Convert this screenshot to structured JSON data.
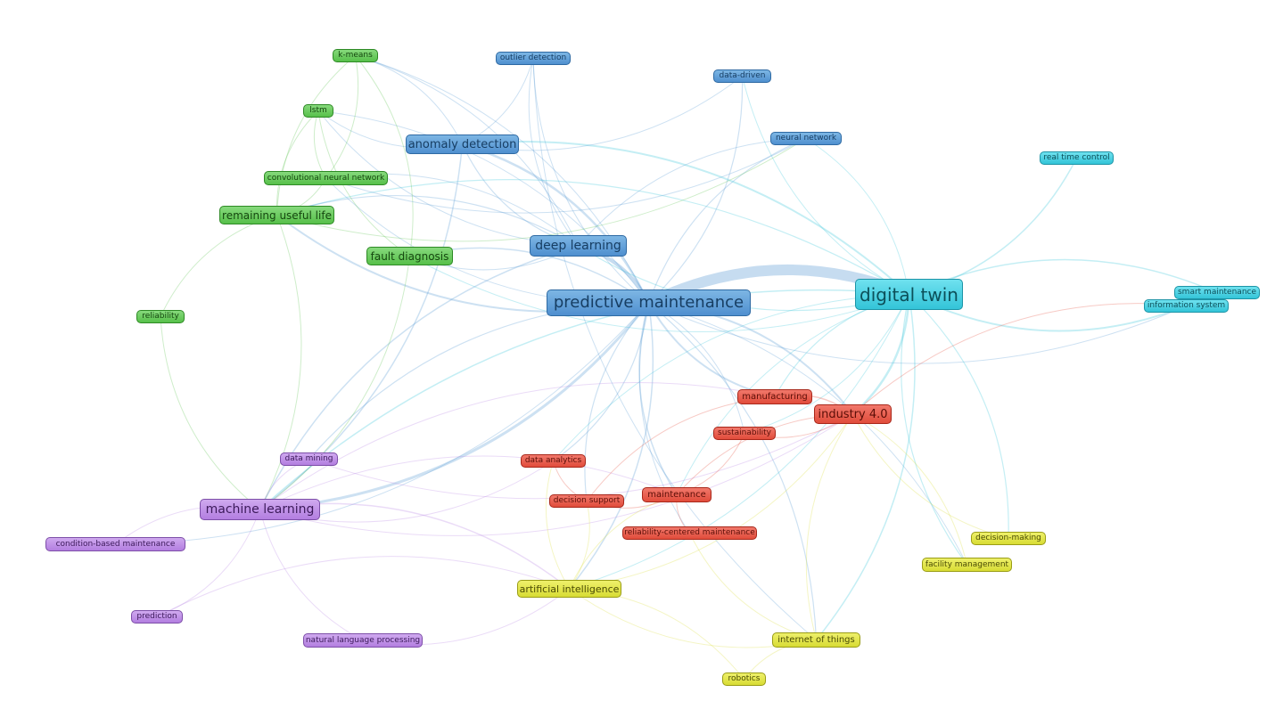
{
  "colors": {
    "blue": "#5b9bd5",
    "cyan": "#3cc8dc",
    "green": "#5cc24f",
    "red": "#e4503f",
    "purple": "#b888e3",
    "yellow": "#dadd3a"
  },
  "nodes": {
    "outlier_detection": {
      "label": "outlier detection",
      "cluster": "blue"
    },
    "data_driven": {
      "label": "data-driven",
      "cluster": "blue"
    },
    "neural_network": {
      "label": "neural network",
      "cluster": "blue"
    },
    "anomaly_detection": {
      "label": "anomaly detection",
      "cluster": "blue"
    },
    "deep_learning": {
      "label": "deep learning",
      "cluster": "blue"
    },
    "predictive_maintenance": {
      "label": "predictive maintenance",
      "cluster": "blue"
    },
    "real_time_control": {
      "label": "real time control",
      "cluster": "cyan"
    },
    "digital_twin": {
      "label": "digital twin",
      "cluster": "cyan"
    },
    "smart_maintenance": {
      "label": "smart maintenance",
      "cluster": "cyan"
    },
    "information_system": {
      "label": "information system",
      "cluster": "cyan"
    },
    "k_means": {
      "label": "k-means",
      "cluster": "green"
    },
    "lstm": {
      "label": "lstm",
      "cluster": "green"
    },
    "cnn": {
      "label": "convolutional neural network",
      "cluster": "green"
    },
    "remaining_useful_life": {
      "label": "remaining useful life",
      "cluster": "green"
    },
    "fault_diagnosis": {
      "label": "fault diagnosis",
      "cluster": "green"
    },
    "reliability": {
      "label": "reliability",
      "cluster": "green"
    },
    "manufacturing": {
      "label": "manufacturing",
      "cluster": "red"
    },
    "industry_40": {
      "label": "industry 4.0",
      "cluster": "red"
    },
    "sustainability": {
      "label": "sustainability",
      "cluster": "red"
    },
    "data_analytics": {
      "label": "data analytics",
      "cluster": "red"
    },
    "maintenance": {
      "label": "maintenance",
      "cluster": "red"
    },
    "decision_support": {
      "label": "decision support",
      "cluster": "red"
    },
    "rcm": {
      "label": "reliability-centered maintenance",
      "cluster": "red"
    },
    "data_mining": {
      "label": "data mining",
      "cluster": "purple"
    },
    "machine_learning": {
      "label": "machine learning",
      "cluster": "purple"
    },
    "cbm": {
      "label": "condition-based maintenance",
      "cluster": "purple"
    },
    "prediction": {
      "label": "prediction",
      "cluster": "purple"
    },
    "nlp": {
      "label": "natural language processing",
      "cluster": "purple"
    },
    "decision_making": {
      "label": "decision-making",
      "cluster": "yellow"
    },
    "facility_management": {
      "label": "facility management",
      "cluster": "yellow"
    },
    "artificial_intelligence": {
      "label": "artificial intelligence",
      "cluster": "yellow"
    },
    "internet_of_things": {
      "label": "internet of things",
      "cluster": "yellow"
    },
    "robotics": {
      "label": "robotics",
      "cluster": "yellow"
    }
  },
  "links": [
    [
      "predictive_maintenance",
      "digital_twin",
      12
    ],
    [
      "predictive_maintenance",
      "deep_learning",
      4
    ],
    [
      "predictive_maintenance",
      "machine_learning",
      3
    ],
    [
      "predictive_maintenance",
      "anomaly_detection",
      2.5
    ],
    [
      "predictive_maintenance",
      "industry_40",
      2
    ],
    [
      "predictive_maintenance",
      "manufacturing",
      2
    ],
    [
      "predictive_maintenance",
      "remaining_useful_life",
      2
    ],
    [
      "predictive_maintenance",
      "fault_diagnosis",
      1.5
    ],
    [
      "predictive_maintenance",
      "artificial_intelligence",
      1.5
    ],
    [
      "predictive_maintenance",
      "maintenance",
      1.5
    ],
    [
      "predictive_maintenance",
      "data_analytics",
      1.2
    ],
    [
      "predictive_maintenance",
      "decision_support",
      1.2
    ],
    [
      "predictive_maintenance",
      "internet_of_things",
      1.2
    ],
    [
      "predictive_maintenance",
      "data_mining",
      1.2
    ],
    [
      "predictive_maintenance",
      "neural_network",
      1.2
    ],
    [
      "predictive_maintenance",
      "data_driven",
      1.2
    ],
    [
      "predictive_maintenance",
      "outlier_detection",
      1
    ],
    [
      "predictive_maintenance",
      "lstm",
      1
    ],
    [
      "predictive_maintenance",
      "cnn",
      1
    ],
    [
      "predictive_maintenance",
      "k_means",
      1
    ],
    [
      "predictive_maintenance",
      "sustainability",
      1
    ],
    [
      "predictive_maintenance",
      "rcm",
      1
    ],
    [
      "predictive_maintenance",
      "facility_management",
      1
    ],
    [
      "predictive_maintenance",
      "information_system",
      1
    ],
    [
      "predictive_maintenance",
      "cbm",
      1
    ],
    [
      "digital_twin",
      "anomaly_detection",
      2
    ],
    [
      "digital_twin",
      "deep_learning",
      1.2
    ],
    [
      "digital_twin",
      "real_time_control",
      1.5
    ],
    [
      "digital_twin",
      "smart_maintenance",
      1.5
    ],
    [
      "digital_twin",
      "information_system",
      2
    ],
    [
      "digital_twin",
      "industry_40",
      2.5
    ],
    [
      "digital_twin",
      "manufacturing",
      1.2
    ],
    [
      "digital_twin",
      "internet_of_things",
      1.5
    ],
    [
      "digital_twin",
      "facility_management",
      1.2
    ],
    [
      "digital_twin",
      "decision_making",
      1.2
    ],
    [
      "digital_twin",
      "remaining_useful_life",
      1.2
    ],
    [
      "digital_twin",
      "fault_diagnosis",
      1
    ],
    [
      "digital_twin",
      "neural_network",
      1
    ],
    [
      "digital_twin",
      "data_driven",
      1
    ],
    [
      "digital_twin",
      "machine_learning",
      1.5
    ],
    [
      "digital_twin",
      "artificial_intelligence",
      1
    ],
    [
      "digital_twin",
      "maintenance",
      1
    ],
    [
      "digital_twin",
      "sustainability",
      1
    ],
    [
      "digital_twin",
      "data_analytics",
      1
    ],
    [
      "deep_learning",
      "anomaly_detection",
      1.2
    ],
    [
      "deep_learning",
      "remaining_useful_life",
      1.2
    ],
    [
      "deep_learning",
      "lstm",
      1
    ],
    [
      "deep_learning",
      "cnn",
      1
    ],
    [
      "deep_learning",
      "fault_diagnosis",
      1
    ],
    [
      "deep_learning",
      "machine_learning",
      1.5
    ],
    [
      "deep_learning",
      "neural_network",
      1
    ],
    [
      "deep_learning",
      "k_means",
      1
    ],
    [
      "deep_learning",
      "outlier_detection",
      1
    ],
    [
      "anomaly_detection",
      "outlier_detection",
      1
    ],
    [
      "anomaly_detection",
      "machine_learning",
      1.5
    ],
    [
      "anomaly_detection",
      "k_means",
      1
    ],
    [
      "anomaly_detection",
      "lstm",
      1
    ],
    [
      "anomaly_detection",
      "data_driven",
      1
    ],
    [
      "remaining_useful_life",
      "lstm",
      1
    ],
    [
      "remaining_useful_life",
      "cnn",
      1
    ],
    [
      "remaining_useful_life",
      "k_means",
      1
    ],
    [
      "remaining_useful_life",
      "reliability",
      1
    ],
    [
      "remaining_useful_life",
      "machine_learning",
      1
    ],
    [
      "remaining_useful_life",
      "neural_network",
      1
    ],
    [
      "fault_diagnosis",
      "lstm",
      1
    ],
    [
      "fault_diagnosis",
      "k_means",
      1
    ],
    [
      "fault_diagnosis",
      "machine_learning",
      1
    ],
    [
      "lstm",
      "cnn",
      1
    ],
    [
      "k_means",
      "cnn",
      1
    ],
    [
      "reliability",
      "machine_learning",
      1
    ],
    [
      "machine_learning",
      "data_mining",
      1
    ],
    [
      "machine_learning",
      "cbm",
      1
    ],
    [
      "machine_learning",
      "prediction",
      1
    ],
    [
      "machine_learning",
      "nlp",
      1
    ],
    [
      "machine_learning",
      "artificial_intelligence",
      1.5
    ],
    [
      "machine_learning",
      "industry_40",
      1
    ],
    [
      "machine_learning",
      "manufacturing",
      1
    ],
    [
      "machine_learning",
      "data_analytics",
      1
    ],
    [
      "machine_learning",
      "maintenance",
      1
    ],
    [
      "data_mining",
      "industry_40",
      1
    ],
    [
      "prediction",
      "artificial_intelligence",
      1
    ],
    [
      "nlp",
      "artificial_intelligence",
      1
    ],
    [
      "artificial_intelligence",
      "maintenance",
      1
    ],
    [
      "artificial_intelligence",
      "decision_support",
      1
    ],
    [
      "artificial_intelligence",
      "data_analytics",
      1
    ],
    [
      "artificial_intelligence",
      "industry_40",
      1
    ],
    [
      "artificial_intelligence",
      "robotics",
      1
    ],
    [
      "artificial_intelligence",
      "internet_of_things",
      1
    ],
    [
      "internet_of_things",
      "industry_40",
      1
    ],
    [
      "internet_of_things",
      "robotics",
      1
    ],
    [
      "internet_of_things",
      "rcm",
      1
    ],
    [
      "facility_management",
      "industry_40",
      1
    ],
    [
      "decision_making",
      "industry_40",
      1
    ],
    [
      "industry_40",
      "maintenance",
      1
    ],
    [
      "industry_40",
      "sustainability",
      1
    ],
    [
      "industry_40",
      "manufacturing",
      1.5
    ],
    [
      "industry_40",
      "information_system",
      1
    ],
    [
      "manufacturing",
      "decision_support",
      1
    ],
    [
      "sustainability",
      "maintenance",
      1
    ],
    [
      "maintenance",
      "rcm",
      1
    ],
    [
      "maintenance",
      "decision_support",
      1
    ],
    [
      "data_analytics",
      "decision_support",
      1
    ],
    [
      "neural_network",
      "cnn",
      1
    ],
    [
      "outlier_detection",
      "internet_of_things",
      1
    ]
  ]
}
